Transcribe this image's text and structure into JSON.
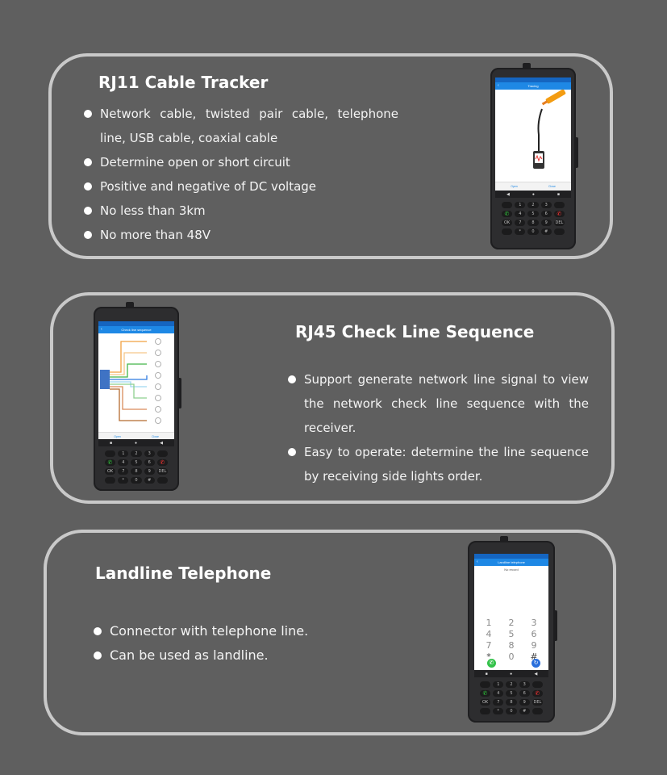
{
  "sections": [
    {
      "title": "RJ11 Cable Tracker",
      "bullets": [
        "Network cable, twisted pair cable, telephone line, USB cable, coaxial cable",
        "Determine open or short circuit",
        "Positive and negative of DC voltage",
        "No less than 3km",
        "No more than 48V"
      ]
    },
    {
      "title": "RJ45 Check Line Sequence",
      "bullets": [
        "Support generate network line signal to view the network check line sequence with the receiver.",
        "Easy to operate: determine the line sequence by receiving side lights order."
      ]
    },
    {
      "title": "Landline Telephone",
      "bullets": [
        "Connector with telephone line.",
        "Can be used as landline."
      ]
    }
  ],
  "devices": {
    "tracer": {
      "appbar": "Tracing",
      "buttons": [
        "Open",
        "Close"
      ]
    },
    "linecheck": {
      "appbar": "Check line sequence",
      "buttons": [
        "Open",
        "Close"
      ]
    },
    "landline": {
      "appbar": "Landline telephone",
      "status": "No record",
      "keys": [
        "1",
        "2",
        "3",
        "4",
        "5",
        "6",
        "7",
        "8",
        "9",
        "*",
        "0",
        "#"
      ]
    }
  },
  "colors": {
    "background": "#5f5f5f",
    "card_border": "#c9c9c9",
    "screen_accent": "#1e88e5"
  }
}
